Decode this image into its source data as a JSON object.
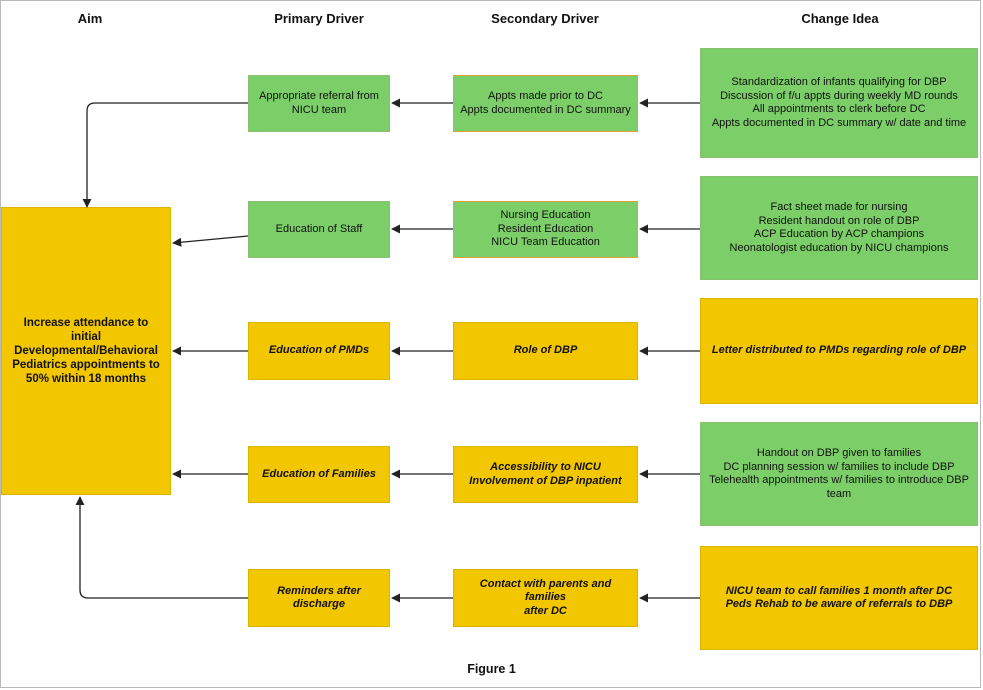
{
  "headers": {
    "aim": "Aim",
    "primary": "Primary Driver",
    "secondary": "Secondary Driver",
    "change": "Change Idea"
  },
  "aim": {
    "text": "Increase attendance to initial Developmental/Behavioral Pediatrics appointments to 50% within 18 months"
  },
  "rows": [
    {
      "primary": [
        "Appropriate referral from",
        "NICU team"
      ],
      "secondary": [
        "Appts made prior to DC",
        "Appts documented in DC summary"
      ],
      "change": [
        "Standardization of infants qualifying for DBP",
        "Discussion of f/u appts during weekly MD rounds",
        "All appointments to clerk before DC",
        "Appts documented in DC summary w/ date and time"
      ]
    },
    {
      "primary": [
        "Education of Staff"
      ],
      "secondary": [
        "Nursing Education",
        "Resident Education",
        "NICU Team Education"
      ],
      "change": [
        "Fact sheet made for nursing",
        "Resident handout on role of DBP",
        "ACP Education by ACP champions",
        "Neonatologist education by NICU champions"
      ]
    },
    {
      "primary": [
        "Education of PMDs"
      ],
      "secondary": [
        "Role of DBP"
      ],
      "change": [
        "Letter distributed to PMDs regarding role of DBP"
      ]
    },
    {
      "primary": [
        "Education of Families"
      ],
      "secondary": [
        "Accessibility to NICU",
        "Involvement of DBP inpatient"
      ],
      "change": [
        "Handout on DBP given to families",
        "DC planning session w/ families to include DBP",
        "Telehealth appointments w/ families to introduce DBP",
        "team"
      ]
    },
    {
      "primary": [
        "Reminders after",
        "discharge"
      ],
      "secondary": [
        "Contact with parents and families",
        "after DC"
      ],
      "change": [
        "NICU team to call families 1 month after DC",
        "Peds Rehab to be aware of referrals to DBP"
      ]
    }
  ],
  "caption": "Figure 1",
  "colors": {
    "green": "#7ccf68",
    "yellow": "#f2c700",
    "arrow": "#222222"
  }
}
